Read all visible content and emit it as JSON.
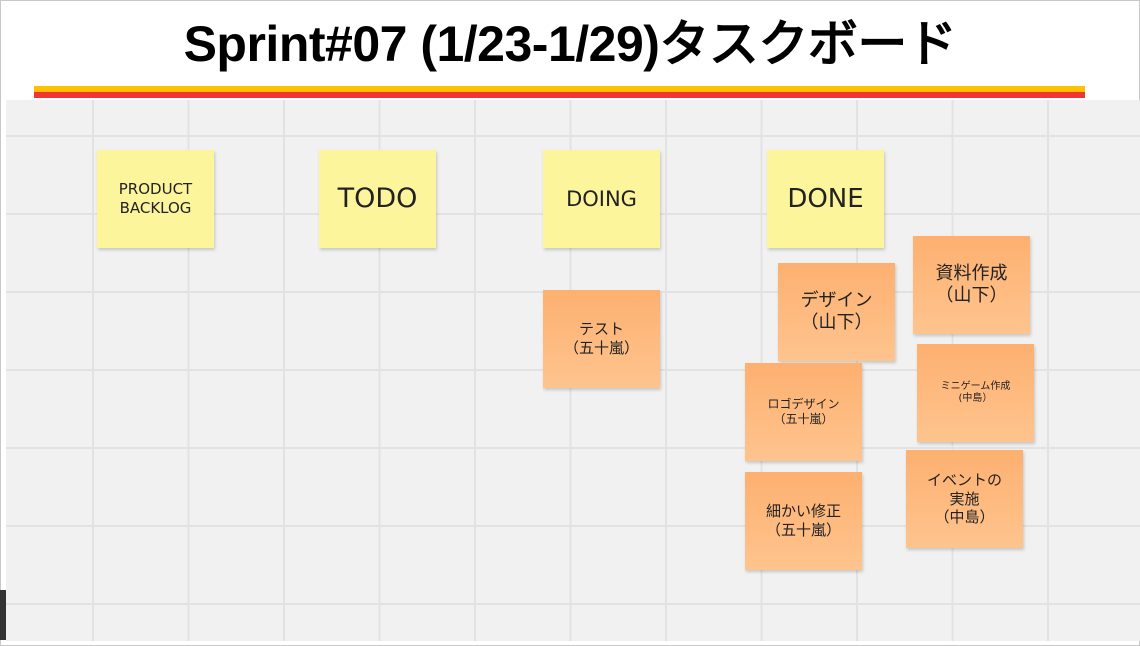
{
  "title": "Sprint#07 (1/23-1/29)タスクボード",
  "columns": [
    {
      "label": "PRODUCT\nBACKLOG"
    },
    {
      "label": "TODO"
    },
    {
      "label": "DOING"
    },
    {
      "label": "DONE"
    }
  ],
  "tasks": [
    {
      "label": "テスト\n（五十嵐）",
      "column": "DOING"
    },
    {
      "label": "デザイン\n（山下）",
      "column": "DONE"
    },
    {
      "label": "資料作成\n（山下）",
      "column": "DONE"
    },
    {
      "label": "ロゴデザイン\n（五十嵐）",
      "column": "DONE"
    },
    {
      "label": "ミニゲーム作成\n(中島）",
      "column": "DONE"
    },
    {
      "label": "細かい修正\n（五十嵐）",
      "column": "DONE"
    },
    {
      "label": "イベントの\n実施\n（中島）",
      "column": "DONE"
    }
  ],
  "colors": {
    "header_note": "#fdf59c",
    "task_note": "#fdb070",
    "stripe_yellow": "#ffc000",
    "stripe_red": "#f03535"
  }
}
